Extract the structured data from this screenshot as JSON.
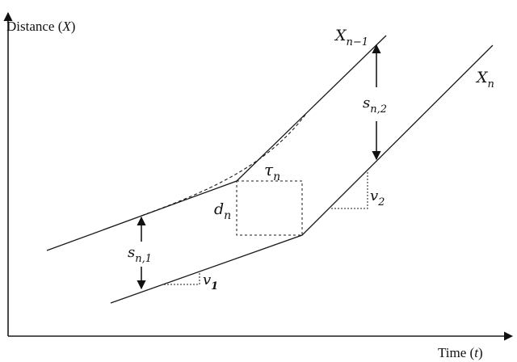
{
  "axes": {
    "y_label_text": "Distance (",
    "y_label_var": "X",
    "y_label_close": ")",
    "x_label_text": "Time (",
    "x_label_var": "t",
    "x_label_close": ")"
  },
  "labels": {
    "leader_base": "X",
    "leader_sub": "n−1",
    "follower_base": "X",
    "follower_sub": "n",
    "tau_base": "τ",
    "tau_sub": "n",
    "d_base": "d",
    "d_sub": "n",
    "s1_base": "s",
    "s1_sub": "n,1",
    "s2_base": "s",
    "s2_sub": "n,2",
    "v1_base": "v",
    "v1_sub": "1",
    "v2_base": "v",
    "v2_sub": "2"
  }
}
